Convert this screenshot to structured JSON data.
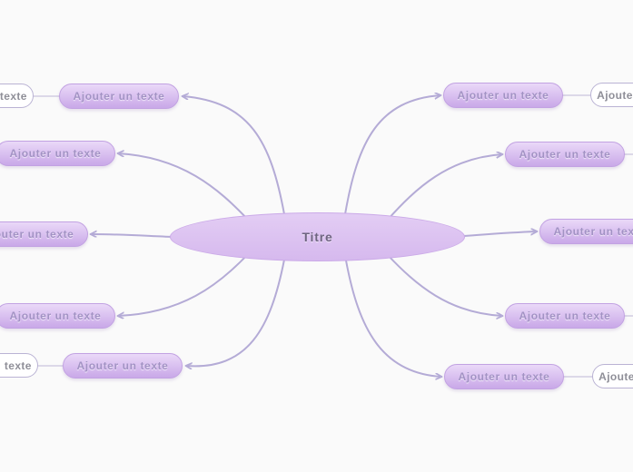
{
  "canvas": {
    "background": "#fafafa"
  },
  "colors": {
    "connector": "#b4abd6",
    "sub_connector": "#d2cde2",
    "node_fill_top": "#ead9f8",
    "node_fill_bottom": "#c9a8e8",
    "node_border": "#c2a2e2",
    "node_text": "#a292c4",
    "center_fill_top": "#e3cdf4",
    "center_fill_bottom": "#d6b9ee",
    "center_border": "#cbaae8",
    "center_text": "#6e6480",
    "subnode_fill": "#ffffff",
    "subnode_border": "#bab3d4",
    "subnode_text": "#8f8f98"
  },
  "center_node": {
    "label": "Titre"
  },
  "left_branches": [
    {
      "label": "Ajouter un texte",
      "subnode_label": "Ajouter un texte"
    },
    {
      "label": "Ajouter un texte"
    },
    {
      "label": "Ajouter un texte"
    },
    {
      "label": "Ajouter un texte"
    },
    {
      "label": "Ajouter un texte",
      "subnode_label": "Ajouter un texte"
    }
  ],
  "right_branches": [
    {
      "label": "Ajouter un texte",
      "subnode_label": "Ajouter un texte"
    },
    {
      "label": "Ajouter un texte"
    },
    {
      "label": "Ajouter un texte"
    },
    {
      "label": "Ajouter un texte"
    },
    {
      "label": "Ajouter un texte",
      "subnode_label": "Ajouter un texte"
    }
  ]
}
